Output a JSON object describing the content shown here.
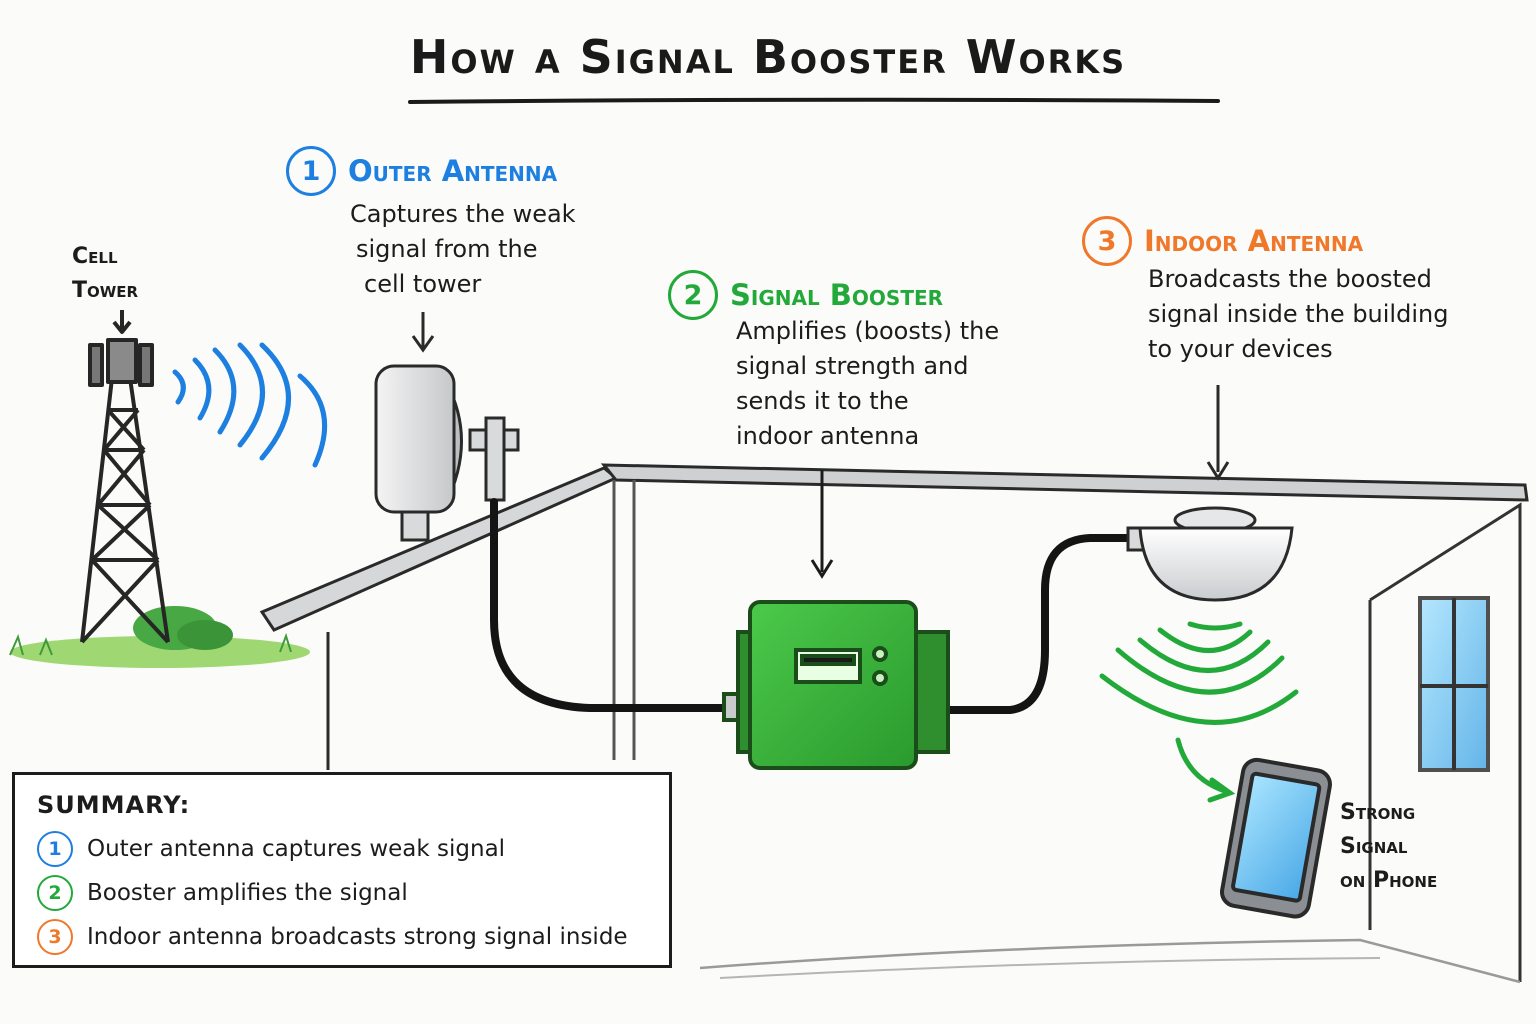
{
  "title": "How a Signal Booster Works",
  "cell_tower": {
    "label_line1": "Cell",
    "label_line2": "Tower"
  },
  "steps": [
    {
      "number": "1",
      "heading": "Outer Antenna",
      "lines": [
        "Captures the weak",
        "signal from the",
        "cell tower"
      ]
    },
    {
      "number": "2",
      "heading": "Signal Booster",
      "lines": [
        "Amplifies (boosts) the",
        "signal strength and",
        "sends it to the",
        "indoor antenna"
      ]
    },
    {
      "number": "3",
      "heading": "Indoor Antenna",
      "lines": [
        "Broadcasts the boosted",
        "signal inside the building",
        "to your devices"
      ]
    }
  ],
  "phone_label": {
    "line1": "Strong",
    "line2": "Signal",
    "line3": "on Phone"
  },
  "summary": {
    "title": "SUMMARY:",
    "items": [
      {
        "number": "1",
        "text": "Outer antenna captures weak signal"
      },
      {
        "number": "2",
        "text": "Booster amplifies the signal"
      },
      {
        "number": "3",
        "text": "Indoor antenna broadcasts strong signal inside"
      }
    ]
  },
  "colors": {
    "outer": "#1d7fe0",
    "booster": "#22a93a",
    "indoor": "#f0782a",
    "ink": "#1c1c1c"
  }
}
